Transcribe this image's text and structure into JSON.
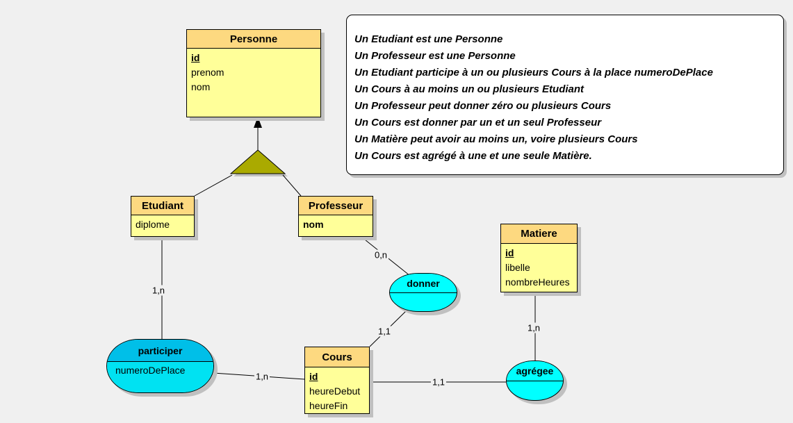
{
  "diagram": {
    "background": "#f0f0f0",
    "colors": {
      "entity_header": "#fdd980",
      "entity_body": "#ffff99",
      "relation_fill": "#00ffff",
      "participer_header": "#00bfe8",
      "participer_body": "#00e2f2",
      "inheritance_triangle": "#aaaa00",
      "shadow": "#c0c0c0",
      "border": "#000000",
      "notes_background": "#ffffff"
    }
  },
  "entities": [
    {
      "title": "Personne",
      "attributes": [
        "id",
        "prenom",
        "nom"
      ]
    },
    {
      "title": "Etudiant",
      "attributes": [
        "diplome"
      ]
    },
    {
      "title": "Professeur",
      "attributes": [
        "nom"
      ]
    },
    {
      "title": "Matiere",
      "attributes": [
        "id",
        "libelle",
        "nombreHeures"
      ]
    },
    {
      "title": "Cours",
      "attributes": [
        "id",
        "heureDebut",
        "heureFin"
      ]
    }
  ],
  "relations": [
    {
      "title": "donner",
      "attributes": []
    },
    {
      "title": "participer",
      "attributes": [
        "numeroDePlace"
      ]
    },
    {
      "title": "agrégee",
      "attributes": []
    }
  ],
  "cardinalities": {
    "professeur_donner": "0,n",
    "donner_cours": "1,1",
    "etudiant_participer": "1,n",
    "participer_cours": "1,n",
    "cours_agregee": "1,1",
    "matiere_agregee": "1,n"
  },
  "notes": {
    "lines": [
      "Un Etudiant est une Personne",
      "Un Professeur est une Personne",
      "Un Etudiant participe à un ou plusieurs Cours à la place numeroDePlace",
      "Un Cours à au moins un ou plusieurs Etudiant",
      "Un Professeur peut donner zéro ou plusieurs Cours",
      "Un Cours est donner par un et un seul Professeur",
      "Un Matière peut avoir au moins un, voire plusieurs Cours",
      "Un Cours est agrégé à une et une seule Matière."
    ]
  }
}
